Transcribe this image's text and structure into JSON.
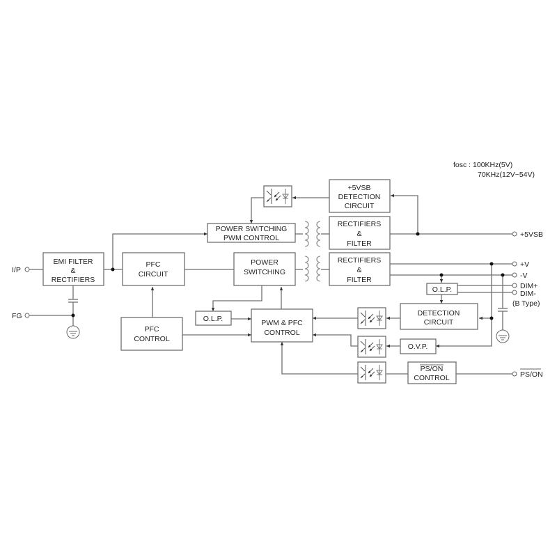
{
  "note": {
    "line1": "fosc : 100KHz(5V)",
    "line2": "70KHz(12V~54V)"
  },
  "blocks": {
    "emi": [
      "EMI FILTER",
      "&",
      "RECTIFIERS"
    ],
    "pfc_circuit": [
      "PFC",
      "CIRCUIT"
    ],
    "pfc_control": [
      "PFC",
      "CONTROL"
    ],
    "power_switching": [
      "POWER",
      "SWITCHING"
    ],
    "power_switching_pwm": [
      "POWER SWITCHING",
      "PWM CONTROL"
    ],
    "vsb_detection": [
      "+5VSB",
      "DETECTION",
      "CIRCUIT"
    ],
    "rect_filter_top": [
      "RECTIFIERS",
      "&",
      "FILTER"
    ],
    "rect_filter_main": [
      "RECTIFIERS",
      "&",
      "FILTER"
    ],
    "olp_left": "O.L.P.",
    "olp_right": "O.L.P.",
    "pwm_pfc_control": [
      "PWM & PFC",
      "CONTROL"
    ],
    "detection": [
      "DETECTION",
      "CIRCUIT"
    ],
    "ovp": "O.V.P.",
    "pson_control": [
      "PS/ON",
      "CONTROL"
    ]
  },
  "terminals": {
    "ip": "I/P",
    "fg": "FG",
    "vsb": "+5VSB",
    "vplus": "+V",
    "vminus": "-V",
    "dimplus": "DIM+",
    "dimminus": "DIM-",
    "btype": "(B Type)",
    "pson": "PS/ON"
  },
  "colors": {
    "line": "#6f6f6f",
    "text": "#222222",
    "node": "#111111"
  }
}
